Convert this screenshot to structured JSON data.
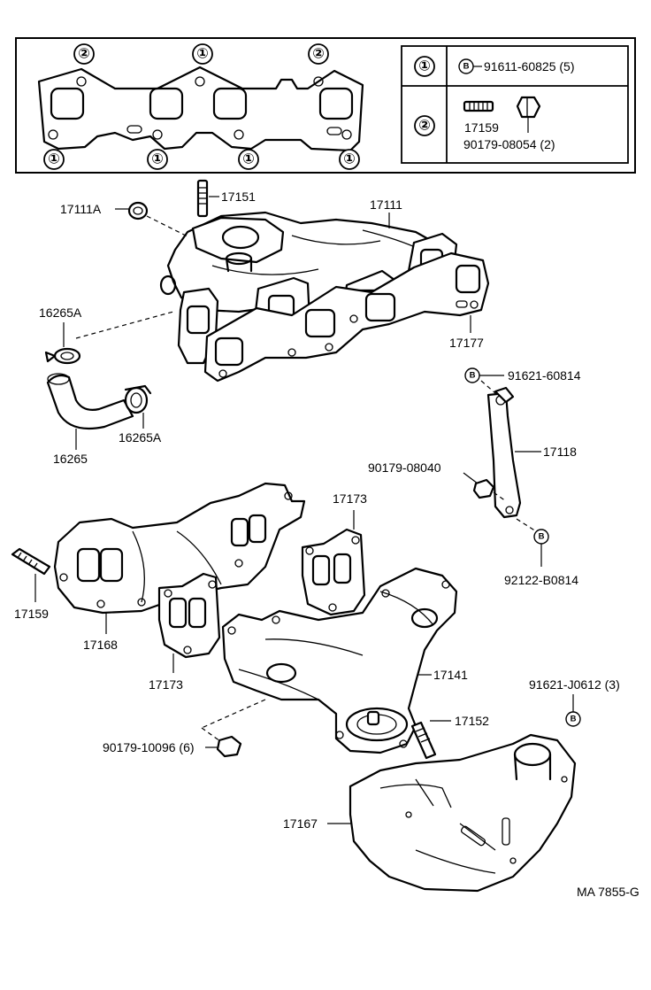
{
  "gasket_table": {
    "row1": {
      "symbol": "①",
      "fastener_marker": "B",
      "part": "91611-60825 (5)"
    },
    "row2": {
      "symbol": "②",
      "stud": "17159",
      "nut": "90179-08054 (2)"
    }
  },
  "gasket_markers": [
    "②",
    "①",
    "②",
    "①",
    "①",
    "①",
    "①"
  ],
  "labels": {
    "nut_17111a": "17111A",
    "stud_17151": "17151",
    "intake_manifold": "17111",
    "clamp_16265a_top": "16265A",
    "gasket_17177": "17177",
    "hose_16265": "16265",
    "clamp_16265a_bottom": "16265A",
    "bolt_91621_60814": "91621-60814",
    "stay_17118": "17118",
    "nut_90179_08040": "90179-08040",
    "bolt_92122_b0814": "92122-B0814",
    "gasket_17173_right": "17173",
    "stud_17159": "17159",
    "manifold_17168": "17168",
    "gasket_17173_left": "17173",
    "exhaust_manifold": "17141",
    "bolt_91621_j0612": "91621-J0612 (3)",
    "stud_17152": "17152",
    "nut_90179_10096": "90179-10096 (6)",
    "heat_insulator": "17167",
    "drawing_code": "MA 7855-G"
  },
  "markers": {
    "b": "B"
  }
}
